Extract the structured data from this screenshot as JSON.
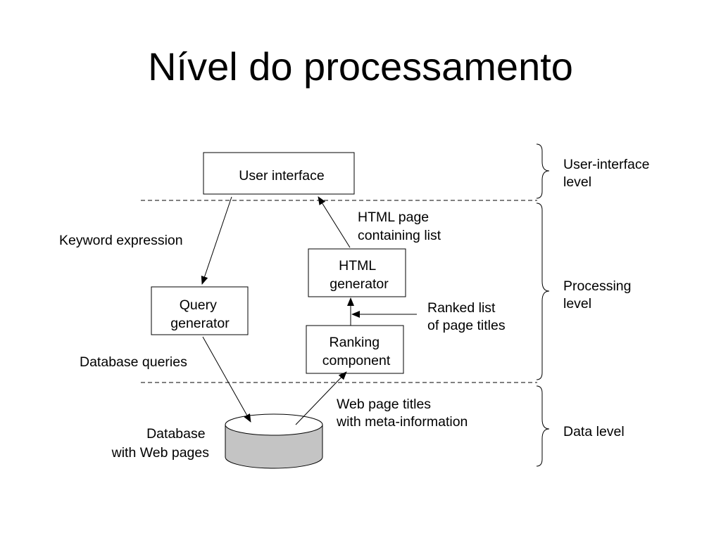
{
  "slide": {
    "title": "Nível do processamento"
  },
  "diagram": {
    "boxes": {
      "user_interface": [
        "User interface"
      ],
      "query_generator": [
        "Query",
        "generator"
      ],
      "html_generator": [
        "HTML",
        "generator"
      ],
      "ranking_component": [
        "Ranking",
        "component"
      ]
    },
    "database": [
      "Database",
      "with Web pages"
    ],
    "edge_labels": {
      "keyword_expression": [
        "Keyword expression"
      ],
      "database_queries": [
        "Database queries"
      ],
      "html_page": [
        "HTML page",
        "containing list"
      ],
      "ranked_list": [
        "Ranked list",
        "of page titles"
      ],
      "web_page_titles": [
        "Web page titles",
        "with meta-information"
      ]
    },
    "levels": {
      "user_interface": [
        "User-interface",
        "level"
      ],
      "processing": [
        "Processing",
        "level"
      ],
      "data": [
        "Data level"
      ]
    }
  }
}
